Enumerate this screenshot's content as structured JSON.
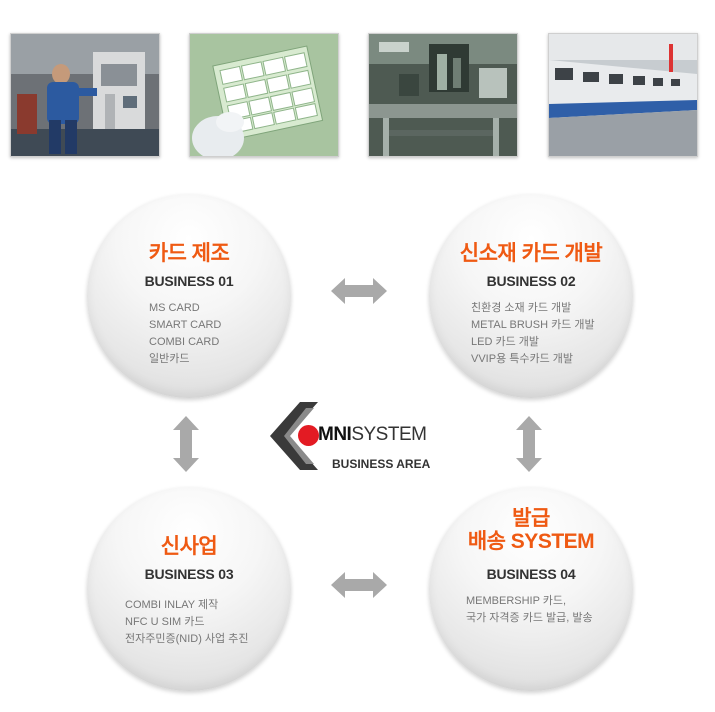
{
  "photos": [
    {
      "alt_icon": "factory-worker-photo"
    },
    {
      "alt_icon": "card-sheet-photo"
    },
    {
      "alt_icon": "machine-interior-photo"
    },
    {
      "alt_icon": "production-line-photo"
    }
  ],
  "center": {
    "logo_brand_bold": "MNI",
    "logo_brand_light": "SYSTEM",
    "subtitle": "BUSINESS AREA",
    "colors": {
      "red": "#e31b23",
      "dark": "#333333"
    }
  },
  "businesses": [
    {
      "title": "카드 제조",
      "code": "BUSINESS 01",
      "items": [
        "MS CARD",
        "SMART CARD",
        "COMBI CARD",
        "일반카드"
      ]
    },
    {
      "title": "신소재 카드 개발",
      "code": "BUSINESS 02",
      "items": [
        "친환경 소재 카드 개발",
        "METAL BRUSH 카드 개발",
        "LED 카드 개발",
        "VVIP용 특수카드 개발"
      ]
    },
    {
      "title": "신사업",
      "code": "BUSINESS 03",
      "items": [
        "COMBI INLAY 제작",
        "NFC U SIM 카드",
        "전자주민증(NID) 사업 추진"
      ]
    },
    {
      "title": "발급\n배송 SYSTEM",
      "code": "BUSINESS 04",
      "items": [
        "MEMBERSHIP 카드,",
        "국가 자격증 카드 발급, 발송"
      ]
    }
  ],
  "colors": {
    "accent_orange": "#ef5a13",
    "arrow_gray": "#a9a9a9"
  }
}
